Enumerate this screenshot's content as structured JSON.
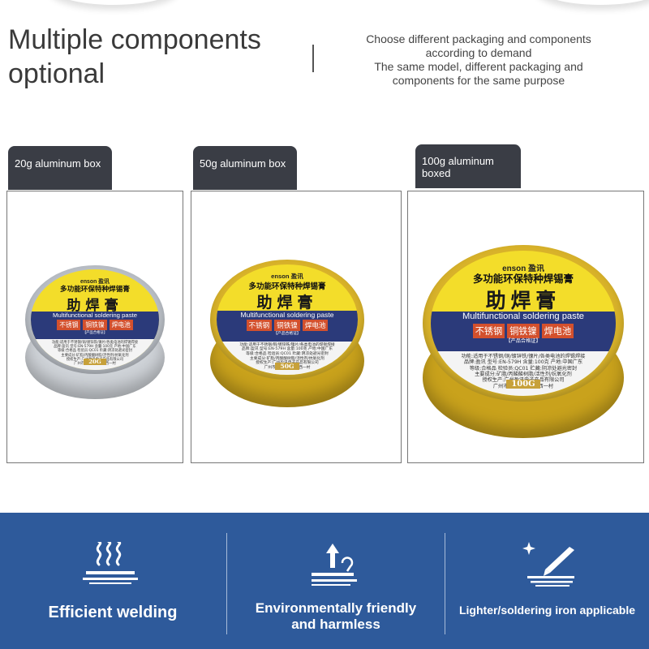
{
  "header": {
    "title_line1": "Multiple components",
    "title_line2": "optional",
    "subtitle_lines": [
      "Choose different packaging and components",
      "according to demand",
      "The same model, different packaging and",
      "components for the same purpose"
    ]
  },
  "products": [
    {
      "tag_lines": [
        "20g aluminum box"
      ],
      "tin_color": "#cfd3d8",
      "lid_color": "#b9bec5",
      "weight": "20G"
    },
    {
      "tag_lines": [
        "50g aluminum box"
      ],
      "tin_color": "#c9a21c",
      "lid_color": "#d8b22a",
      "weight": "50G"
    },
    {
      "tag_lines": [
        "100g aluminum",
        "boxed"
      ],
      "tin_color": "#c9a21c",
      "lid_color": "#d8b22a",
      "weight": "100G"
    }
  ],
  "label": {
    "brand": "enson 盈讯",
    "cn_title": "多功能环保特种焊锡膏",
    "big_cn": "助焊膏",
    "en_line": "Multifunctional soldering paste",
    "pills": [
      "不锈钢",
      "铜铁镍",
      "焊电池"
    ],
    "cert": "【产品合格证】",
    "fine_lines": [
      "功能:适用于不锈钢/铜/镀锌铁/镍片/各类电池的焊锡焊接",
      "品牌:盈讯 型号:EN-579H 含量:100克 产地:中国广东",
      "等级:合格品 检验员:QC01 贮藏:阴凉处避光密封",
      "主要成分:矿脂/丙酸酸树脂/活性剂/抗氧化剂",
      "授权生产:广州盈讯电子产品有限公司",
      "广州市番禺区洛浦街西一村"
    ]
  },
  "colors": {
    "band": "#2e5a9b",
    "tag_bg": "#3a3d45",
    "label_yellow": "#f3dd2a",
    "label_blue": "#2b3a7a",
    "pill_red": "#d3502d"
  },
  "features": [
    {
      "label": "Efficient welding",
      "icon": "heat-waves-icon"
    },
    {
      "label_line1": "Environmentally friendly",
      "label_line2": "and harmless",
      "icon": "arrow-up-layers-icon"
    },
    {
      "label": "Lighter/soldering iron applicable",
      "icon": "soldering-iron-icon"
    }
  ]
}
